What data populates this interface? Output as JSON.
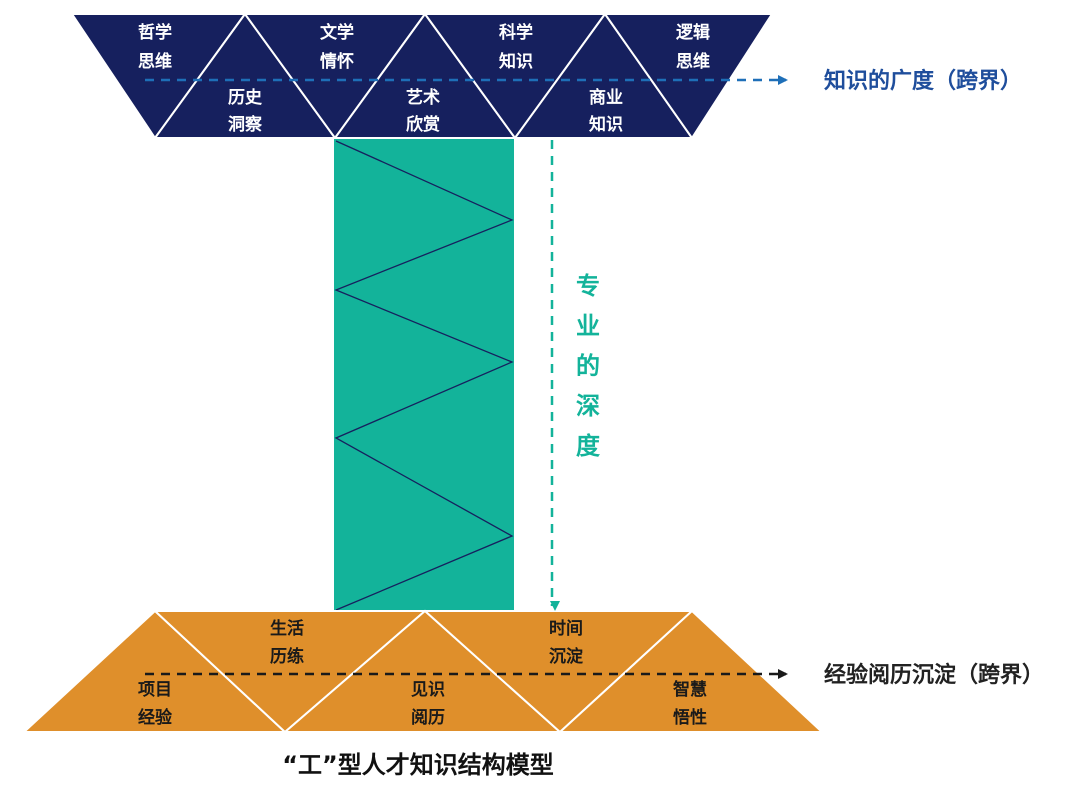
{
  "top_band": {
    "upper_labels": [
      {
        "line1": "哲学",
        "line2": "思维"
      },
      {
        "line1": "文学",
        "line2": "情怀"
      },
      {
        "line1": "科学",
        "line2": "知识"
      },
      {
        "line1": "逻辑",
        "line2": "思维"
      }
    ],
    "lower_labels": [
      {
        "line1": "历史",
        "line2": "洞察"
      },
      {
        "line1": "艺术",
        "line2": "欣赏"
      },
      {
        "line1": "商业",
        "line2": "知识"
      }
    ],
    "side_label": "知识的广度（跨界）"
  },
  "depth_label": [
    "专",
    "业",
    "的",
    "深",
    "度"
  ],
  "bottom_band": {
    "upper_labels": [
      {
        "line1": "生活",
        "line2": "历练"
      },
      {
        "line1": "时间",
        "line2": "沉淀"
      }
    ],
    "lower_labels": [
      {
        "line1": "项目",
        "line2": "经验"
      },
      {
        "line1": "见识",
        "line2": "阅历"
      },
      {
        "line1": "智慧",
        "line2": "悟性"
      }
    ],
    "side_label": "经验阅历沉淀（跨界）"
  },
  "caption": "“工”型人才知识结构模型",
  "colors": {
    "top_band": "#16205e",
    "pillar": "#13b39a",
    "bottom_band": "#df8f2b",
    "blue_arrow": "#1e6fb8",
    "teal_arrow": "#13b39a",
    "dark_arrow": "#1a1a1a"
  }
}
